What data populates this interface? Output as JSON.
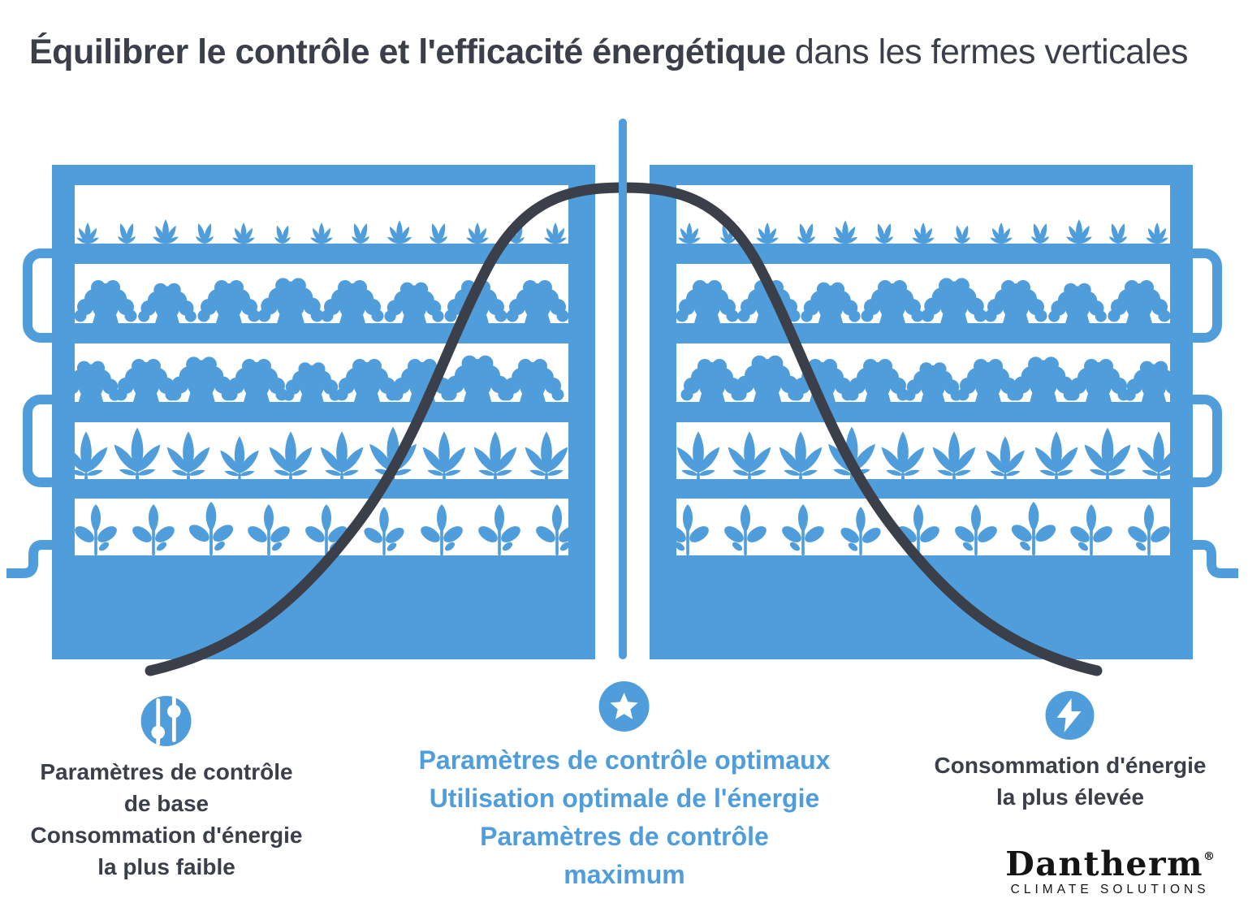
{
  "title": {
    "bold": "Équilibrer le contrôle et l'efficacité énergétique",
    "regular": " dans les fermes verticales"
  },
  "labels": {
    "left": {
      "icon": "sliders-icon",
      "lines": [
        "Paramètres de contrôle",
        "de base",
        "Consommation d'énergie",
        "la plus faible"
      ]
    },
    "center": {
      "icon": "star-icon",
      "lines": [
        "Paramètres de contrôle optimaux",
        "Utilisation optimale de l'énergie",
        "Paramètres de contrôle",
        "maximum"
      ]
    },
    "right": {
      "icon": "lightning-icon",
      "lines": [
        "Consommation d'énergie",
        "la plus élevée"
      ]
    }
  },
  "logo": {
    "name": "Dantherm",
    "registered": "®",
    "tagline": "CLIMATE SOLUTIONS"
  },
  "colors": {
    "accent_blue": "#4f9edb",
    "dark_slate": "#3a3f4a",
    "logo_black": "#141414",
    "background": "#ffffff"
  }
}
